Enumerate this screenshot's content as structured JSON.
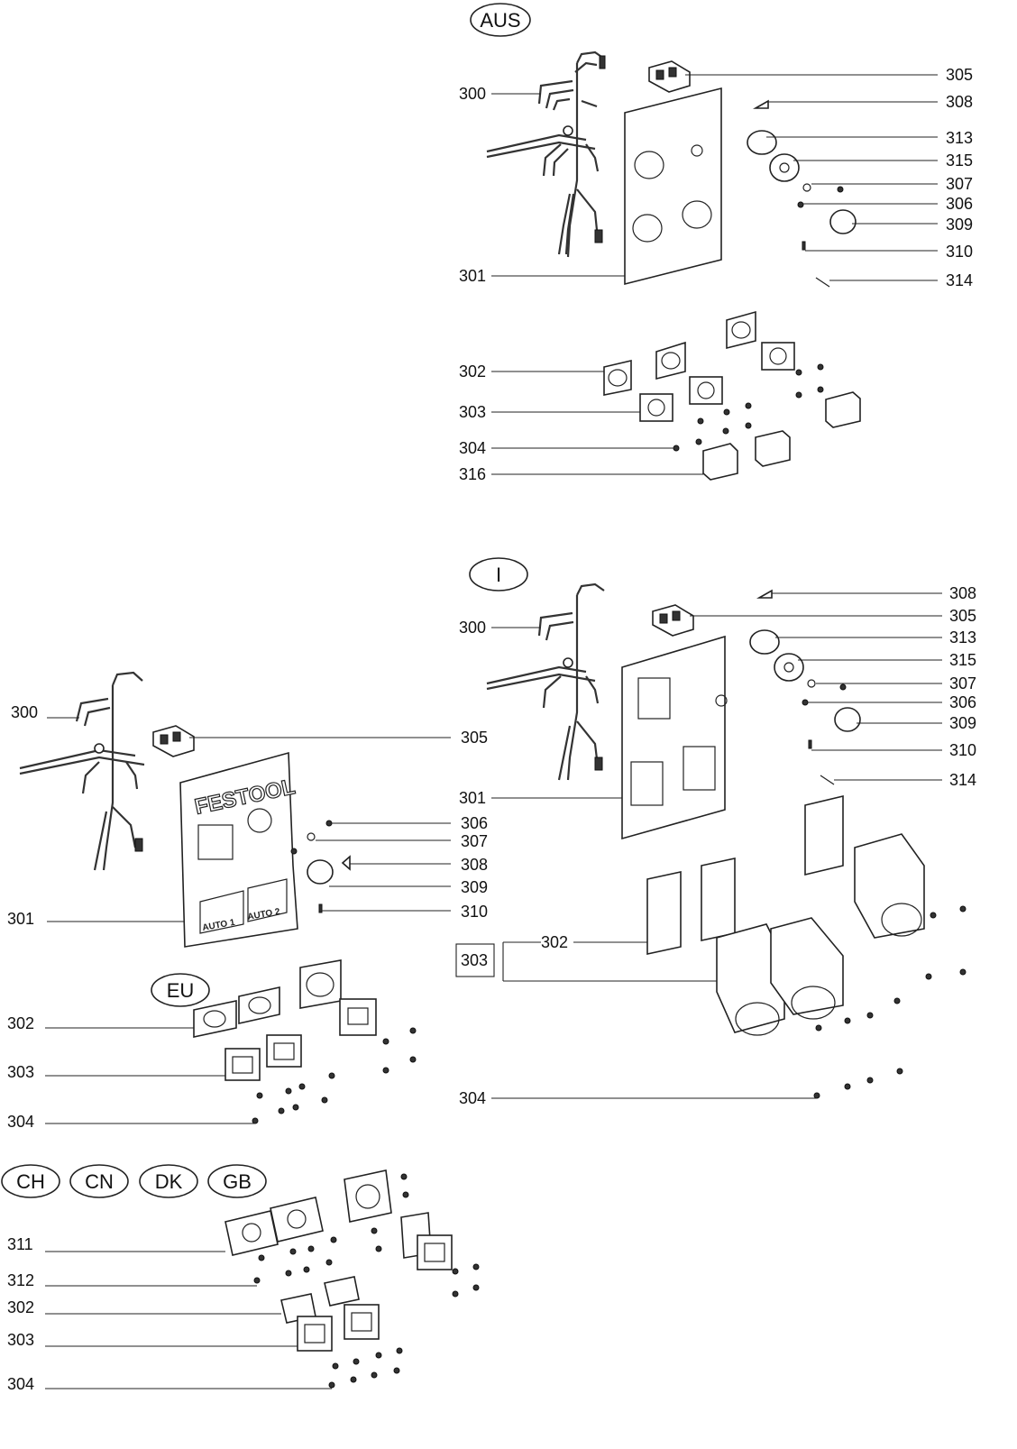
{
  "variants": {
    "aus": "AUS",
    "i": "I",
    "eu": "EU",
    "ch": "CH",
    "cn": "CN",
    "dk": "DK",
    "gb": "GB"
  },
  "panel_text": {
    "brand": "FESTOOL",
    "outlet_1": "AUTO 1",
    "outlet_2": "AUTO 2"
  },
  "callouts": {
    "aus": [
      "300",
      "305",
      "308",
      "313",
      "315",
      "307",
      "306",
      "309",
      "310",
      "301",
      "314",
      "302",
      "303",
      "304",
      "316"
    ],
    "i": [
      "308",
      "300",
      "305",
      "313",
      "315",
      "307",
      "306",
      "309",
      "310",
      "301",
      "314",
      "302",
      "303",
      "304"
    ],
    "eu": [
      "300",
      "305",
      "306",
      "307",
      "308",
      "309",
      "301",
      "310",
      "302",
      "303",
      "304"
    ],
    "ch": [
      "311",
      "312",
      "302",
      "303",
      "304"
    ]
  }
}
